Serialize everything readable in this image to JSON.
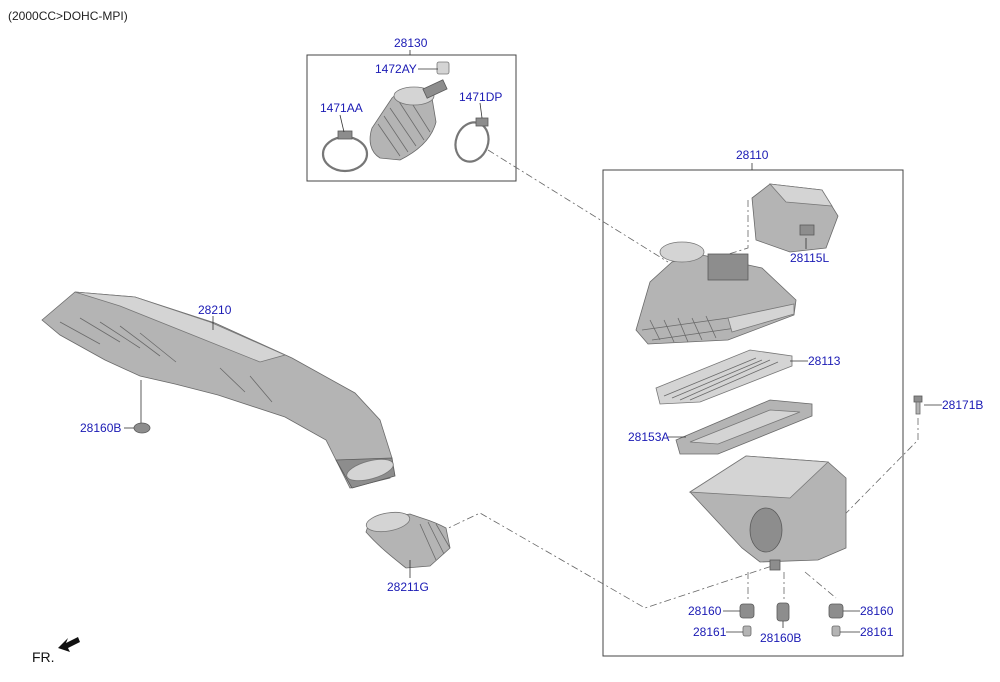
{
  "header": {
    "variant": "(2000CC>DOHC-MPI)"
  },
  "orientation": {
    "label": "FR."
  },
  "groups": [
    {
      "number": "28130"
    },
    {
      "number": "28110"
    }
  ],
  "callouts": [
    {
      "id": "1472AY",
      "label": "1472AY"
    },
    {
      "id": "1471AA",
      "label": "1471AA"
    },
    {
      "id": "1471DP",
      "label": "1471DP"
    },
    {
      "id": "28115L",
      "label": "28115L"
    },
    {
      "id": "28210",
      "label": "28210"
    },
    {
      "id": "28113",
      "label": "28113"
    },
    {
      "id": "28171B",
      "label": "28171B"
    },
    {
      "id": "28160B",
      "label": "28160B"
    },
    {
      "id": "28153A",
      "label": "28153A"
    },
    {
      "id": "28211G",
      "label": "28211G"
    },
    {
      "id": "28160L",
      "label": "28160"
    },
    {
      "id": "28161L",
      "label": "28161"
    },
    {
      "id": "28160B2",
      "label": "28160B"
    },
    {
      "id": "28160R",
      "label": "28160"
    },
    {
      "id": "28161R",
      "label": "28161"
    }
  ]
}
